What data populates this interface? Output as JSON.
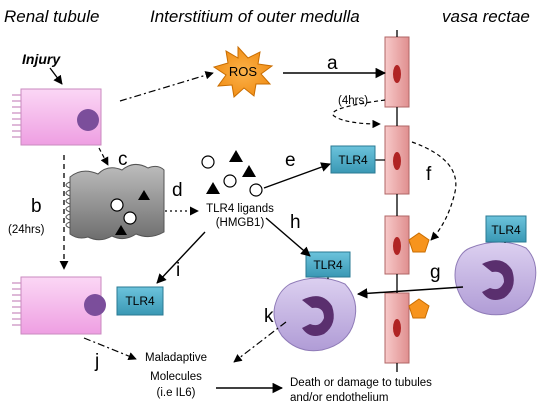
{
  "headers": {
    "renal_tubule": "Renal tubule",
    "interstitium": "Interstitium of outer medulla",
    "vasa_rectae": "vasa rectae"
  },
  "injury": "Injury",
  "ros": "ROS",
  "tlr4": "TLR4",
  "ligands": {
    "line1": "TLR4 ligands",
    "line2": "(HMGB1)"
  },
  "step_labels": {
    "a": "a",
    "b": "b",
    "c": "c",
    "d": "d",
    "e": "e",
    "f": "f",
    "g": "g",
    "h": "h",
    "i": "i",
    "j": "j",
    "k": "k"
  },
  "timings": {
    "t24": "(24hrs)",
    "t4": "(4hrs)"
  },
  "maladaptive": {
    "line1": "Maladaptive",
    "line2": "Molecules",
    "line3": "(i.e IL6)"
  },
  "outcome": {
    "line1": "Death or damage to tubules",
    "line2": "and/or endothelium"
  },
  "colors": {
    "tubule_fill": "#f5b8ec",
    "nucleus": "#7b4e9b",
    "vessel_fill": "#efa7a7",
    "vessel_nucleus": "#b02424",
    "tlr4_fill": "#4bacc6",
    "ros_fill": "#f7941d",
    "macrophage_fill": "#c6b4e0",
    "macrophage_nucleus": "#5a2f6e",
    "pentagon_fill": "#f7941d",
    "gray_cell": "#8c8c8c"
  }
}
